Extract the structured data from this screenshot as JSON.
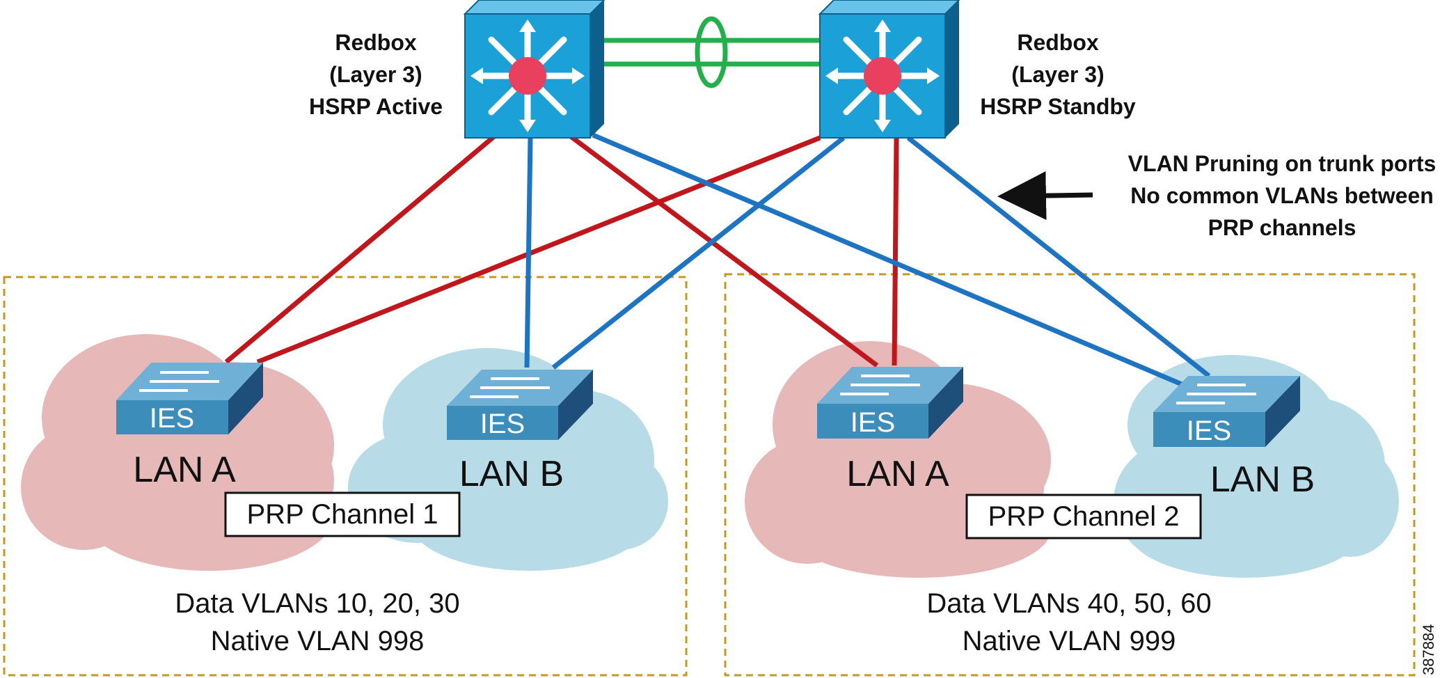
{
  "redbox_left": {
    "line1": "Redbox",
    "line2": "(Layer 3)",
    "line3": "HSRP Active"
  },
  "redbox_right": {
    "line1": "Redbox",
    "line2": "(Layer 3)",
    "line3": "HSRP Standby"
  },
  "annotation": {
    "line1": "VLAN Pruning on trunk ports",
    "line2": "No common VLANs between",
    "line3": "PRP channels"
  },
  "channel1": {
    "switch_a_label": "IES",
    "switch_b_label": "IES",
    "lan_a": "LAN A",
    "lan_b": "LAN B",
    "channel_label": "PRP Channel 1",
    "data_vlans": "Data VLANs 10, 20, 30",
    "native_vlan": "Native VLAN 998"
  },
  "channel2": {
    "switch_a_label": "IES",
    "switch_b_label": "IES",
    "lan_a": "LAN A",
    "lan_b": "LAN B",
    "channel_label": "PRP Channel 2",
    "data_vlans": "Data VLANs 40, 50, 60",
    "native_vlan": "Native VLAN 999"
  },
  "figure_id": "387884",
  "colors": {
    "lan_a_link": "#c0161c",
    "lan_b_link": "#1d74c2",
    "redbox_interlink": "#22b04a",
    "lan_a_cloud": "#e7b8b8",
    "lan_b_cloud": "#b7dce7",
    "channel_border": "#c8981e",
    "router_face": "#1ba1d8",
    "router_top": "#67c3ea",
    "router_side": "#0d5f8e",
    "router_center": "#e8405e",
    "switch_face": "#3d8dbb",
    "switch_top": "#6fb0d6",
    "switch_side": "#1d4f7a"
  }
}
